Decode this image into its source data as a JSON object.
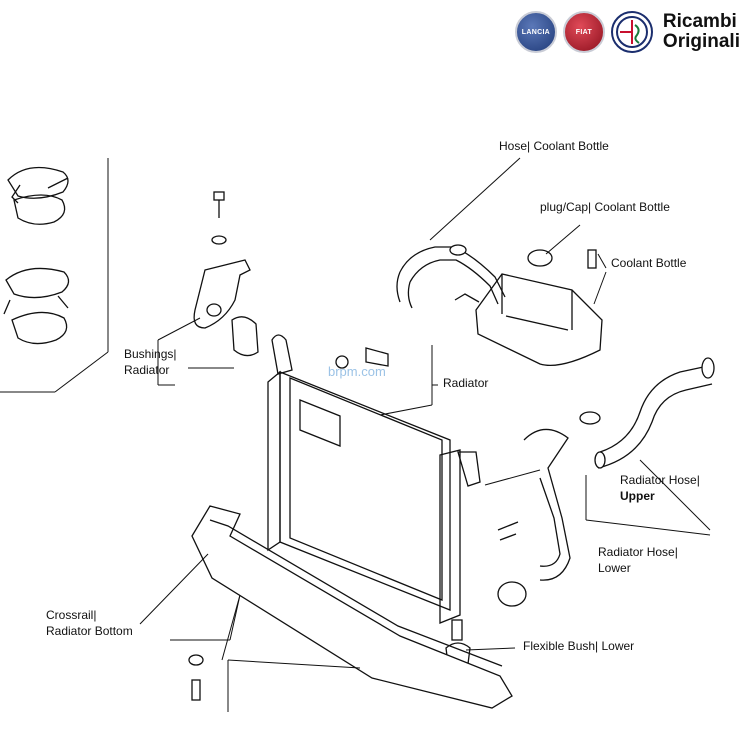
{
  "brand": {
    "logos": [
      "lancia-logo",
      "fiat-logo",
      "alfa-romeo-logo"
    ],
    "logo_text": {
      "lancia": "LANCIA",
      "fiat": "FIAT"
    },
    "title_line1": "Ricambi",
    "title_line2": "Originali"
  },
  "watermark": "brpm.com",
  "labels": {
    "hose_coolant_bottle": "Hose| Coolant Bottle",
    "plug_cap_coolant_bottle": "plug/Cap| Coolant Bottle",
    "coolant_bottle": "Coolant Bottle",
    "bushings_line1": "Bushings|",
    "bushings_line2": "Radiator",
    "radiator": "Radiator",
    "radiator_hose_upper_line1": "Radiator Hose|",
    "radiator_hose_upper_line2": "Upper",
    "radiator_hose_lower_line1": "Radiator Hose|",
    "radiator_hose_lower_line2": "Lower",
    "crossrail_line1": "Crossrail|",
    "crossrail_line2": "Radiator Bottom",
    "flexible_bush_lower": "Flexible Bush| Lower"
  }
}
